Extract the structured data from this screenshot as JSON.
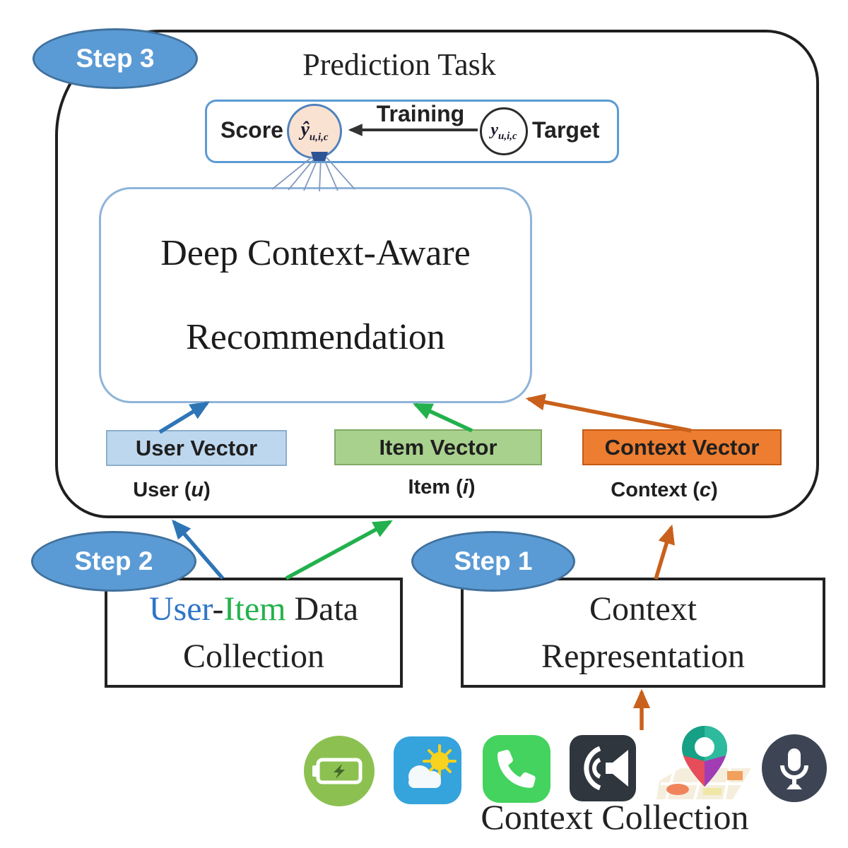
{
  "badges": {
    "step1": "Step 1",
    "step2": "Step 2",
    "step3": "Step 3"
  },
  "prediction": {
    "title": "Prediction Task",
    "score_label": "Score",
    "training_label": "Training",
    "target_label": "Target",
    "score_var": "ŷ",
    "target_var": "y",
    "subscript": "u,i,c"
  },
  "model_box": {
    "line1": "Deep Context-Aware",
    "line2": "Recommendation"
  },
  "vectors": {
    "user": "User Vector",
    "item": "Item Vector",
    "context": "Context Vector"
  },
  "io_labels": {
    "user_pre": "User (",
    "user_var": "u",
    "item_pre": "Item (",
    "item_var": "i",
    "context_pre": "Context (",
    "context_var": "c",
    "close": ")"
  },
  "collection_boxes": {
    "user_item": {
      "user": "User",
      "hyphen": "-",
      "item": "Item",
      "data": " Data",
      "line2": "Collection"
    },
    "context": {
      "line1": "Context",
      "line2": "Representation"
    }
  },
  "footer": {
    "label": "Context Collection"
  },
  "icons": [
    "battery-icon",
    "weather-icon",
    "phone-icon",
    "speaker-icon",
    "location-icon",
    "microphone-icon"
  ],
  "colors": {
    "badge_fill": "#5B9BD5",
    "badge_border": "#41719C",
    "user_accent": "#2E75B6",
    "item_accent": "#22B14C",
    "context_accent": "#C9611C",
    "user_vector_fill": "#BDD7EE",
    "item_vector_fill": "#A9D18E",
    "context_vector_fill": "#ED7D31",
    "score_node_fill": "#FAE2D2",
    "prediction_border": "#5B9BD5",
    "model_border": "#8FB4D9",
    "frame_border": "#1F1F1F"
  }
}
